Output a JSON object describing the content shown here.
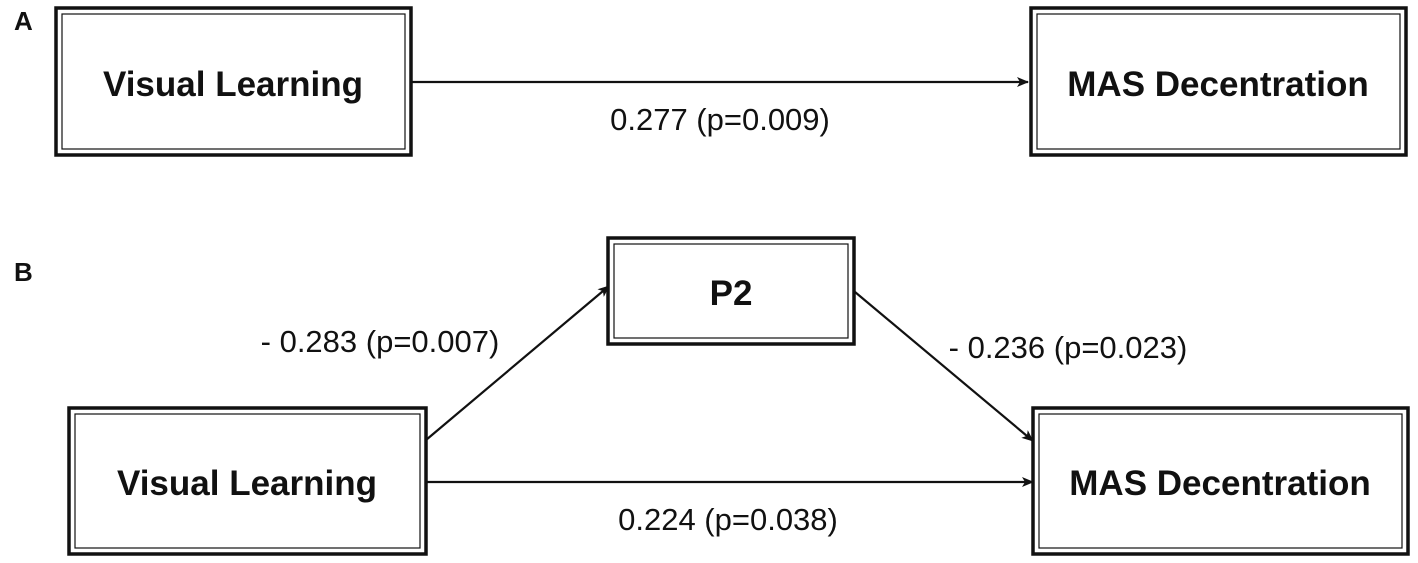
{
  "panels": {
    "a": {
      "label": "A",
      "nodes": {
        "source": "Visual Learning",
        "target": "MAS Decentration"
      },
      "edges": {
        "direct": "0.277 (p=0.009)"
      }
    },
    "b": {
      "label": "B",
      "nodes": {
        "source": "Visual Learning",
        "mediator": "P2",
        "target": "MAS Decentration"
      },
      "edges": {
        "source_to_mediator": "- 0.283 (p=0.007)",
        "mediator_to_target": "- 0.236 (p=0.023)",
        "direct": "0.224 (p=0.038)"
      }
    }
  },
  "colors": {
    "stroke": "#111111",
    "background": "#ffffff"
  }
}
